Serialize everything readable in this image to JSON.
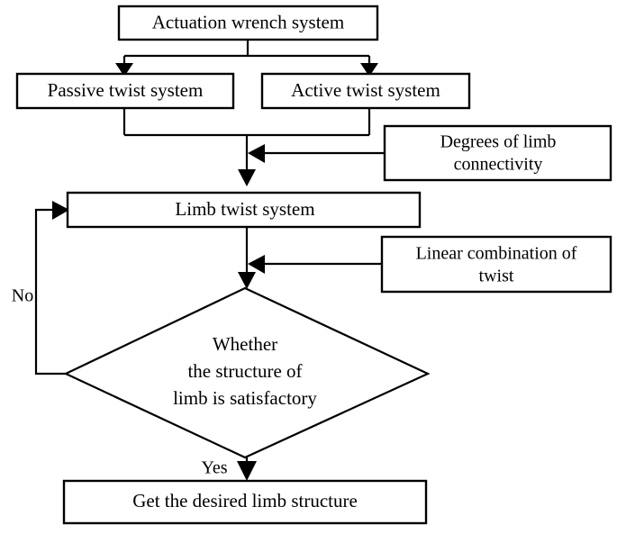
{
  "diagram": {
    "title": "Limb structure synthesis flowchart",
    "type": "flowchart",
    "background_color": "#ffffff",
    "line_color": "#000000",
    "text_color": "#000000",
    "nodes": [
      {
        "id": "actuation-wrench-system",
        "shape": "rect",
        "label": "Actuation wrench system",
        "lines": [
          "Actuation wrench system"
        ]
      },
      {
        "id": "passive-twist-system",
        "shape": "rect",
        "label": "Passive twist system",
        "lines": [
          "Passive twist system"
        ]
      },
      {
        "id": "active-twist-system",
        "shape": "rect",
        "label": "Active twist system",
        "lines": [
          "Active twist system"
        ]
      },
      {
        "id": "degrees-of-limb-connectivity",
        "shape": "rect",
        "label": "Degrees of limb connectivity",
        "lines": [
          "Degrees of limb",
          "connectivity"
        ]
      },
      {
        "id": "limb-twist-system",
        "shape": "rect",
        "label": "Limb twist system",
        "lines": [
          "Limb twist system"
        ]
      },
      {
        "id": "linear-combination-of-twist",
        "shape": "rect",
        "label": "Linear combination of twist",
        "lines": [
          "Linear combination of",
          "twist"
        ]
      },
      {
        "id": "whether-structure-satisfactory",
        "shape": "diamond",
        "label": "Whether the structure of limb is satisfactory",
        "lines": [
          "Whether",
          "the structure of",
          "limb is satisfactory"
        ]
      },
      {
        "id": "get-desired-limb-structure",
        "shape": "rect",
        "label": "Get the desired limb structure",
        "lines": [
          "Get the desired limb structure"
        ]
      }
    ],
    "edge_labels": [
      {
        "id": "no-branch",
        "label": "No"
      },
      {
        "id": "yes-branch",
        "label": "Yes"
      }
    ]
  }
}
